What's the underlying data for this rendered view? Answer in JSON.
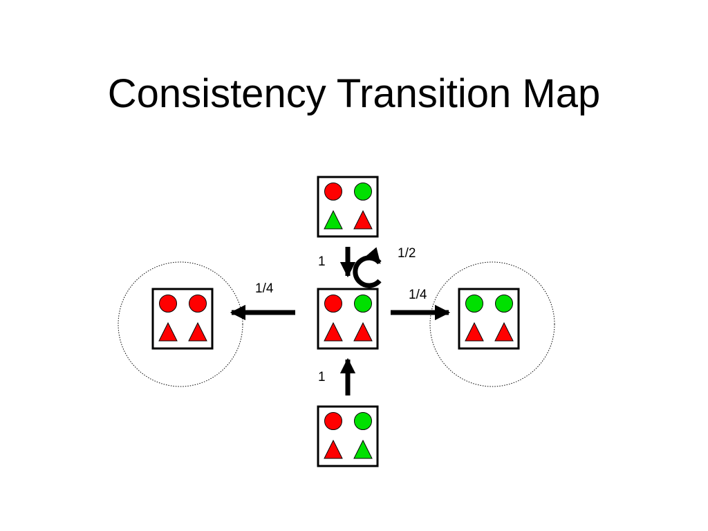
{
  "title": "Consistency Transition Map",
  "colors": {
    "red": "#ff0000",
    "green": "#00e000",
    "stroke": "#000000",
    "background": "#ffffff"
  },
  "states": [
    {
      "id": "top",
      "top_row": [
        "circle-red",
        "circle-green"
      ],
      "bottom_row": [
        "triangle-green",
        "triangle-red"
      ]
    },
    {
      "id": "center",
      "top_row": [
        "circle-red",
        "circle-green"
      ],
      "bottom_row": [
        "triangle-red",
        "triangle-red"
      ]
    },
    {
      "id": "bottom",
      "top_row": [
        "circle-red",
        "circle-green"
      ],
      "bottom_row": [
        "triangle-red",
        "triangle-green"
      ]
    },
    {
      "id": "left",
      "absorbing": true,
      "top_row": [
        "circle-red",
        "circle-red"
      ],
      "bottom_row": [
        "triangle-red",
        "triangle-red"
      ]
    },
    {
      "id": "right",
      "absorbing": true,
      "top_row": [
        "circle-green",
        "circle-green"
      ],
      "bottom_row": [
        "triangle-red",
        "triangle-red"
      ]
    }
  ],
  "transitions": [
    {
      "from": "top",
      "to": "center",
      "label": "1"
    },
    {
      "from": "bottom",
      "to": "center",
      "label": "1"
    },
    {
      "from": "center",
      "to": "center",
      "label": "1/2"
    },
    {
      "from": "center",
      "to": "left",
      "label": "1/4"
    },
    {
      "from": "center",
      "to": "right",
      "label": "1/4"
    }
  ]
}
